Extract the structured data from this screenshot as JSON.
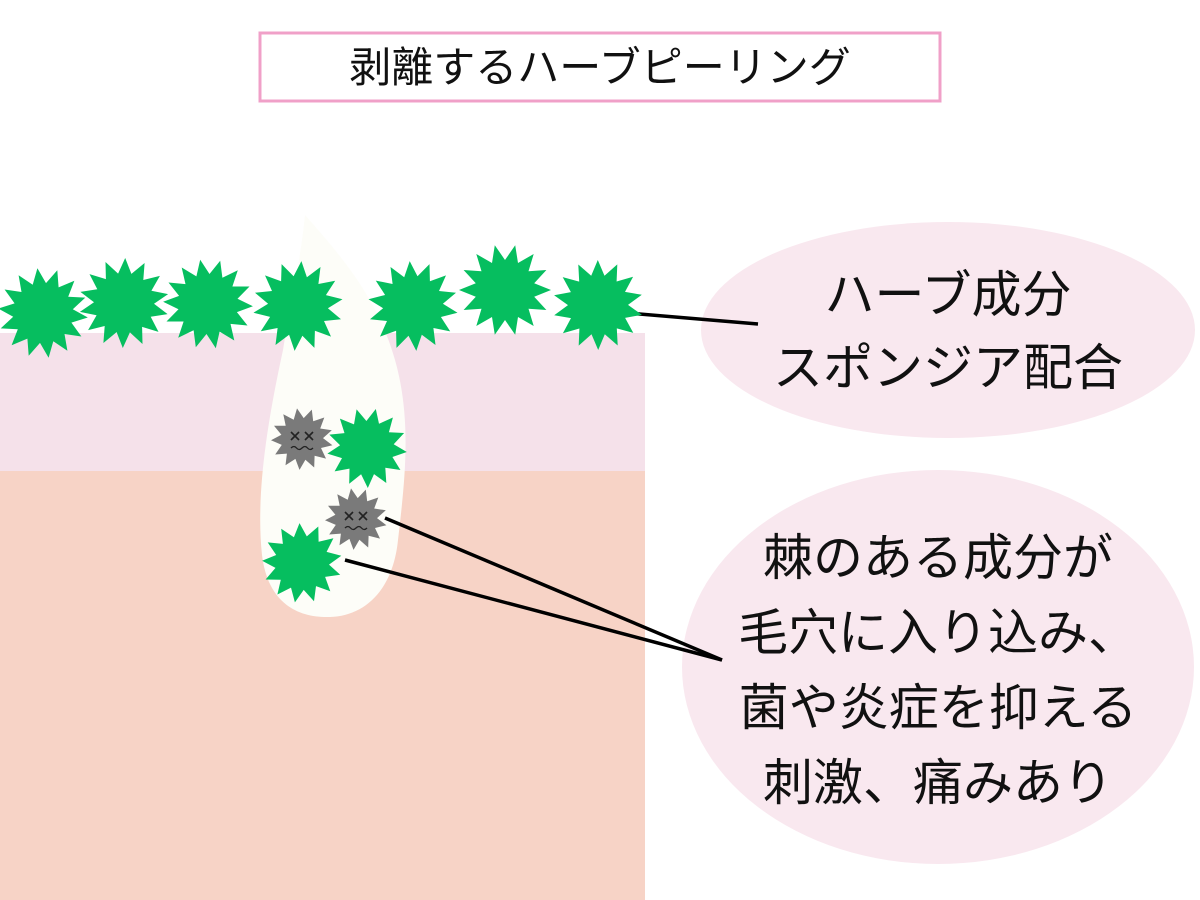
{
  "title": "剥離するハーブピーリング",
  "callout_top": {
    "lines": [
      "ハーブ成分",
      "スポンジア配合"
    ]
  },
  "callout_bottom": {
    "lines": [
      "棘のある成分が",
      "毛穴に入り込み、",
      "菌や炎症を抑える",
      "刺激、痛みあり"
    ]
  },
  "colors": {
    "title_border": "#f0a0c8",
    "epidermis": "#f5e1ea",
    "dermis": "#f7d3c6",
    "pore": "#fdfdf8",
    "herb_particle": "#06be5f",
    "bacteria": "#7a7a7a",
    "callout_fill": "#f9e8ef",
    "line": "#000000"
  },
  "icons": {
    "herb": "green-spiky-herb-particle-icon",
    "bacteria": "gray-spiky-bacteria-icon"
  }
}
